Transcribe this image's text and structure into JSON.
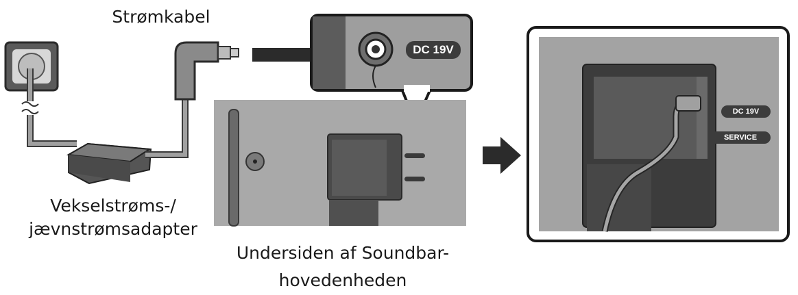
{
  "labels": {
    "power_cable": "Strømkabel",
    "adapter_line1": "Vekselstrøms-/",
    "adapter_line2": "jævnstrømsadapter",
    "bottom_line1": "Undersiden af Soundbar-",
    "bottom_line2": "hovedenheden"
  },
  "ports": {
    "dc": "DC 19V",
    "service": "SERVICE"
  },
  "colors": {
    "panel_gray": "#a3a3a3",
    "dark": "#3a3a3a",
    "cable": "#9c9c9c",
    "frame": "#1a1a1a"
  }
}
